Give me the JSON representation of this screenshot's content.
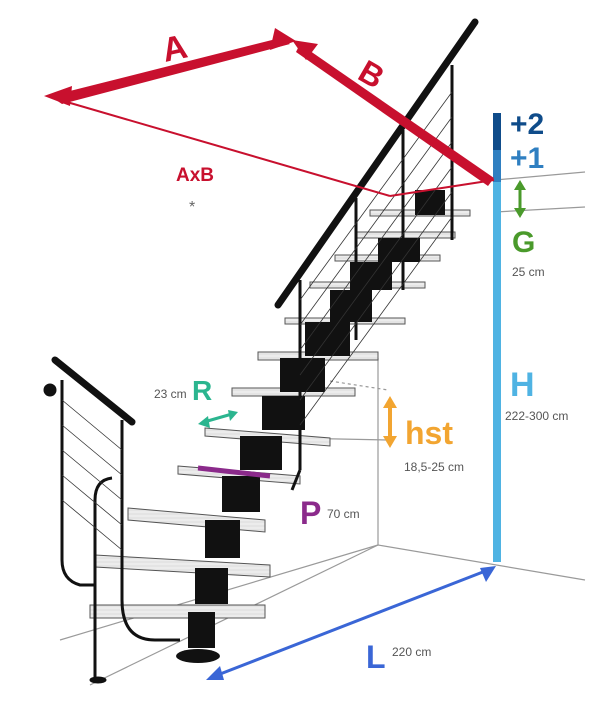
{
  "labels": {
    "A": "A",
    "B": "B",
    "AxB": "AxB",
    "asterisk": "*",
    "plus2": "+2",
    "plus1": "+1",
    "G": "G",
    "G_value": "25 cm",
    "H": "H",
    "H_value": "222-300 cm",
    "R": "R",
    "R_value": "23 cm",
    "hst": "hst",
    "hst_value": "18,5-25 cm",
    "P": "P",
    "P_value": "70 cm",
    "L": "L",
    "L_value": "220 cm"
  },
  "colors": {
    "red": "#c8102e",
    "navy": "#0f4c8a",
    "midblue": "#2f7fc1",
    "lightblue": "#4fb3e3",
    "green": "#4a9a2b",
    "teal": "#2bb58f",
    "orange": "#f2a531",
    "purple": "#8b2a8b",
    "blue": "#3a66d6",
    "grey": "#555555",
    "stair": "#111111",
    "tread": "#e9e9e9"
  },
  "icons": [
    "stair-diagram",
    "arrow-A",
    "arrow-B",
    "arrow-G",
    "arrow-R",
    "arrow-hst",
    "arrow-L",
    "height-bar"
  ]
}
